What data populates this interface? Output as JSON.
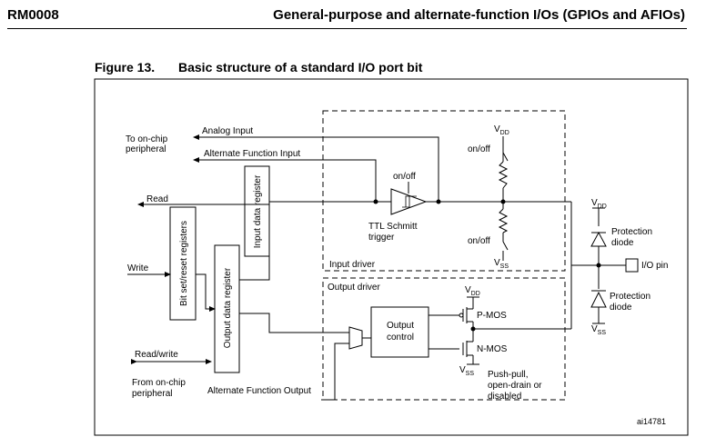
{
  "header": {
    "doc_id": "RM0008",
    "title": "General-purpose and alternate-function I/Os (GPIOs and AFIOs)"
  },
  "figure": {
    "number": "Figure 13.",
    "title": "Basic structure of a standard I/O port bit",
    "ref": "ai14781"
  },
  "labels": {
    "to_onchip_1": "To on-chip",
    "to_onchip_2": "peripheral",
    "analog_input": "Analog Input",
    "alt_func_input": "Alternate Function Input",
    "read": "Read",
    "write": "Write",
    "read_write": "Read/write",
    "from_onchip_1": "From on-chip",
    "from_onchip_2": "peripheral",
    "alt_func_output": "Alternate Function Output",
    "input_data_register": "Input data register",
    "bit_set_reset_registers": "Bit set/reset registers",
    "output_data_register": "Output data register",
    "on_off_schmitt": "on/off",
    "ttl_schmitt_1": "TTL Schmitt",
    "ttl_schmitt_2": "trigger",
    "input_driver": "Input driver",
    "output_driver": "Output driver",
    "output_control_1": "Output",
    "output_control_2": "control",
    "v": "V",
    "dd": "DD",
    "ss": "SS",
    "on_off_top": "on/off",
    "on_off_bottom": "on/off",
    "p_mos": "P-MOS",
    "n_mos": "N-MOS",
    "push_pull_1": "Push-pull,",
    "push_pull_2": "open-drain or",
    "push_pull_3": "disabled",
    "protection_1": "Protection",
    "protection_2": "diode",
    "io_pin": "I/O pin"
  }
}
